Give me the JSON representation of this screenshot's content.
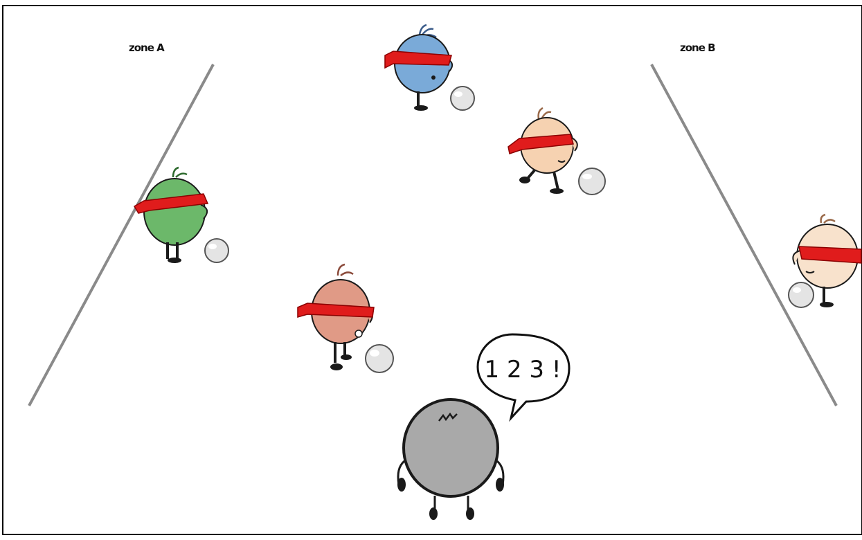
{
  "zones": {
    "a_label": "zone A",
    "b_label": "zone B"
  },
  "speech": {
    "text": "1 2 3 !"
  },
  "players": [
    {
      "name": "blue-player",
      "body_color": "#7aaad8"
    },
    {
      "name": "peach-player",
      "body_color": "#f6d2b1"
    },
    {
      "name": "green-player",
      "body_color": "#6cb86a"
    },
    {
      "name": "salmon-player",
      "body_color": "#e09a86"
    },
    {
      "name": "edge-player",
      "body_color": "#f8e2cc"
    }
  ],
  "colors": {
    "blindfold": "#e01c1c",
    "ball": "#e4e4e4",
    "counter_body": "#a9a9a9",
    "zone_line": "#8a8a8a",
    "frame": "#000000"
  }
}
